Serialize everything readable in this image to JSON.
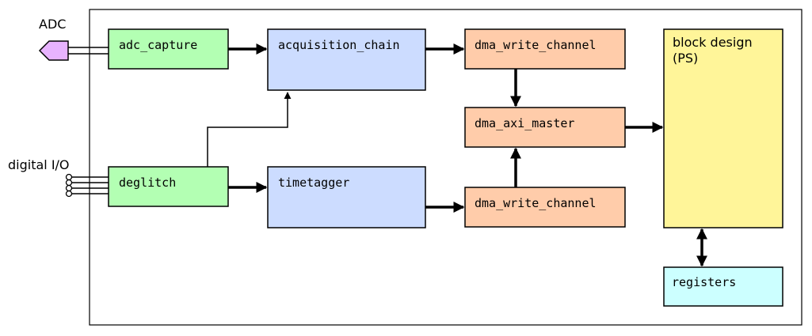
{
  "diagram": {
    "external_labels": {
      "adc": "ADC",
      "digital_io": "digital I/O"
    },
    "blocks": {
      "adc_capture": "adc_capture",
      "acquisition_chain": "acquisition_chain",
      "dma_write_channel_top": "dma_write_channel",
      "dma_axi_master": "dma_axi_master",
      "deglitch": "deglitch",
      "timetagger": "timetagger",
      "dma_write_channel_bottom": "dma_write_channel",
      "block_design_line1": "block design",
      "block_design_line2": "(PS)",
      "registers": "registers"
    },
    "colors": {
      "green": "#b3ffb3",
      "blue": "#ccdcff",
      "salmon": "#ffccaa",
      "yellow": "#fff599",
      "cyan": "#ccffff",
      "adc_port": "#e8b3ff"
    }
  }
}
